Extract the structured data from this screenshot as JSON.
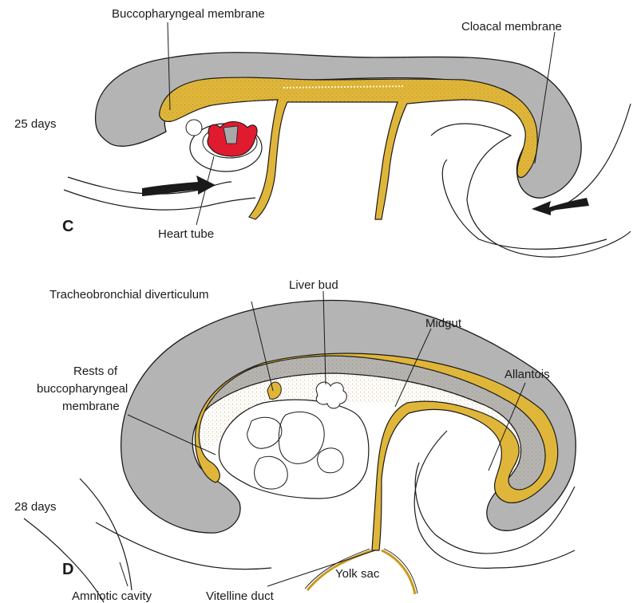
{
  "colors": {
    "ectoderm_gray": "#b4b4b4",
    "endoderm_yellow": "#e0b63a",
    "heart_red": "#e01b2f",
    "outline": "#1a1a1a"
  },
  "panels": [
    {
      "letter": "C",
      "age": "25 days",
      "labels": {
        "buccopharyngeal": "Buccopharyngeal membrane",
        "cloacal": "Cloacal membrane",
        "heart": "Heart tube"
      }
    },
    {
      "letter": "D",
      "age": "28 days",
      "labels": {
        "tracheo": "Tracheobronchial diverticulum",
        "liver": "Liver bud",
        "midgut": "Midgut",
        "allantois": "Allantois",
        "rests": [
          "Rests of",
          "buccopharyngeal",
          "membrane"
        ],
        "amniotic": "Amniotic cavity",
        "vitelline": "Vitelline duct",
        "yolk": "Yolk sac"
      }
    }
  ]
}
